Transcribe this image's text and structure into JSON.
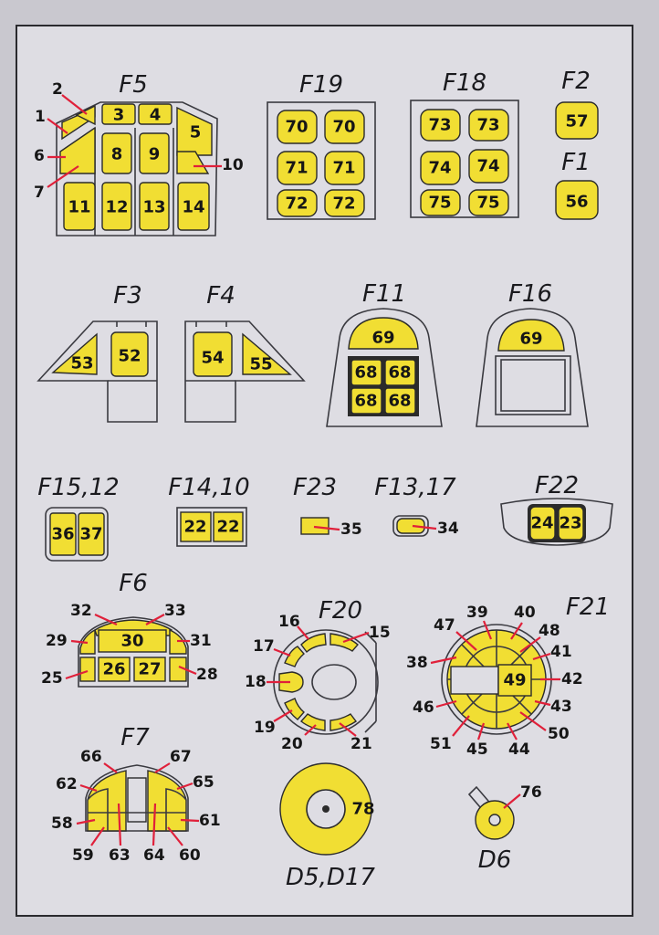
{
  "titles": {
    "f5": "F5",
    "f19": "F19",
    "f18": "F18",
    "f2": "F2",
    "f1": "F1",
    "f3": "F3",
    "f4": "F4",
    "f11": "F11",
    "f16": "F16",
    "f15_12": "F15,12",
    "f14_10": "F14,10",
    "f23": "F23",
    "f13_17": "F13,17",
    "f22": "F22",
    "f6": "F6",
    "f20": "F20",
    "f21": "F21",
    "f7": "F7",
    "d5_d17": "D5,D17",
    "d6": "D6"
  },
  "masks": {
    "f5": [
      "3",
      "4",
      "5",
      "8",
      "9",
      "11",
      "12",
      "13",
      "14"
    ],
    "f5_callouts": [
      "1",
      "2",
      "6",
      "7",
      "10"
    ],
    "f19": [
      "70",
      "70",
      "71",
      "71",
      "72",
      "72"
    ],
    "f18": [
      "73",
      "73",
      "74",
      "74",
      "75",
      "75"
    ],
    "f2": "57",
    "f1": "56",
    "f3": [
      "53",
      "52"
    ],
    "f4": [
      "54",
      "55"
    ],
    "f11": [
      "69",
      "68",
      "68",
      "68",
      "68"
    ],
    "f16": "69",
    "f15_12": [
      "36",
      "37"
    ],
    "f14_10": [
      "22",
      "22"
    ],
    "f23": "35",
    "f13_17": "34",
    "f22": [
      "24",
      "23"
    ],
    "f6": [
      "30",
      "26",
      "27"
    ],
    "f6_callouts": [
      "32",
      "33",
      "29",
      "31",
      "25",
      "28"
    ],
    "f20_callouts": [
      "16",
      "15",
      "17",
      "18",
      "19",
      "20",
      "21"
    ],
    "f21": "49",
    "f21_callouts": [
      "47",
      "39",
      "40",
      "48",
      "38",
      "41",
      "42",
      "46",
      "43",
      "51",
      "45",
      "44",
      "50"
    ],
    "f7_callouts": [
      "66",
      "67",
      "62",
      "65",
      "58",
      "61",
      "59",
      "63",
      "64",
      "60"
    ],
    "d5_d17": "78",
    "d6": "76"
  },
  "colors": {
    "mask_yellow": "#f1de33",
    "leader_red": "#e0203a",
    "paper": "#dedde3"
  }
}
